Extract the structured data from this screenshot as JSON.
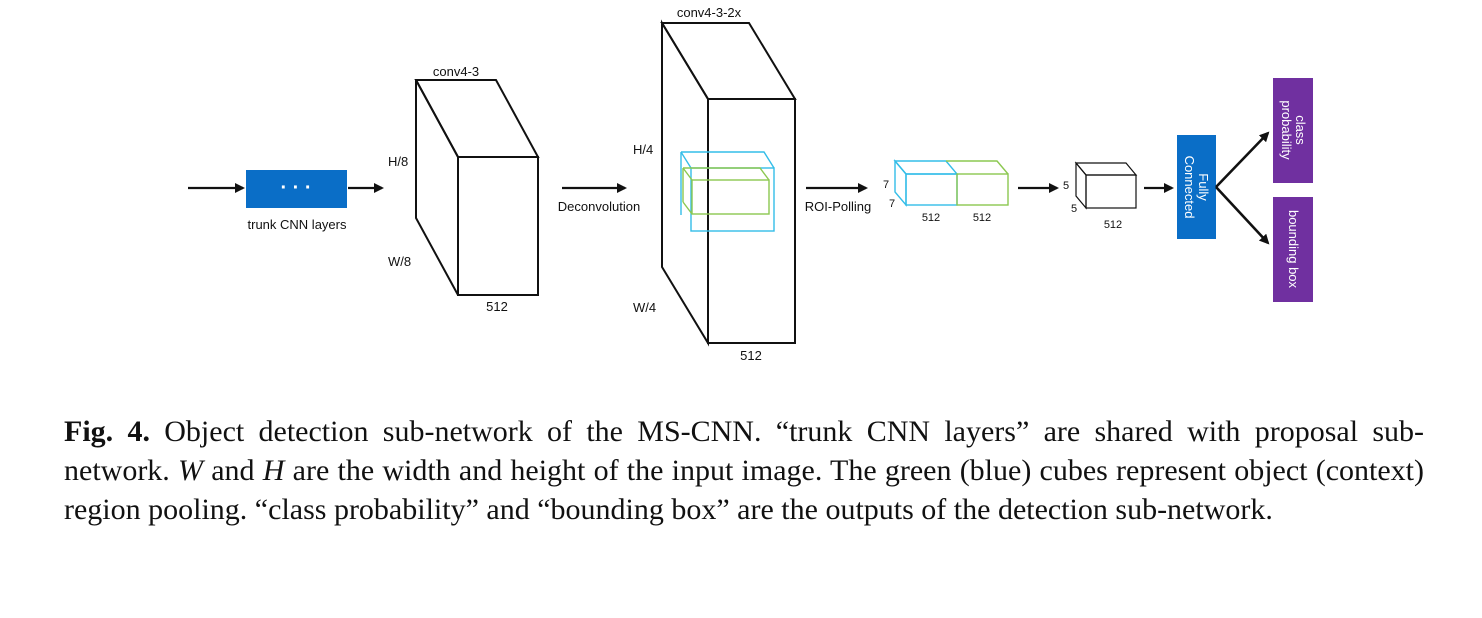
{
  "diagram": {
    "trunk_box_label": "· · ·",
    "trunk_caption": "trunk CNN layers",
    "conv43": {
      "top": "conv4-3",
      "height": "H/8",
      "width": "W/8",
      "depth": "512"
    },
    "deconv_label": "Deconvolution",
    "conv43_2x": {
      "top": "conv4-3-2x",
      "height": "H/4",
      "width": "W/4",
      "depth": "512"
    },
    "roi_label": "ROI-Polling",
    "pooled": {
      "h": "7",
      "w": "7",
      "depth_context": "512",
      "depth_object": "512"
    },
    "reduced": {
      "h": "5",
      "w": "5",
      "depth": "512"
    },
    "fc_label_line1": "Fully",
    "fc_label_line2": "Connected",
    "out_class_line1": "class",
    "out_class_line2": "probability",
    "out_bbox": "bounding box",
    "colors": {
      "blue_box": "#0a6ec7",
      "purple_box": "#7030a0",
      "context_cube": "#33bde8",
      "object_cube": "#8cc850",
      "line": "#111111"
    }
  },
  "caption": {
    "fig_label": "Fig. 4.",
    "s1": " Object detection sub-network of the MS-CNN. “trunk CNN layers” are shared with proposal sub-network. ",
    "w": "W",
    "s2": " and ",
    "h": "H",
    "s3": " are the width and height of the input image. The green (blue) cubes represent object (context) region pooling. “class probability” and “bounding box” are the outputs of the detection sub-network."
  }
}
